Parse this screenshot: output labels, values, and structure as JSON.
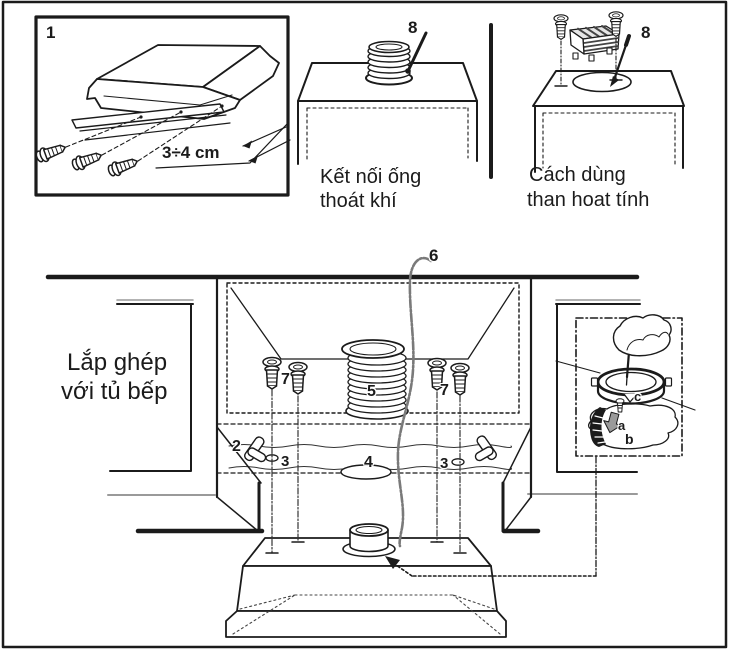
{
  "figure": {
    "panel1": {
      "number": "1",
      "dimension": "3÷4 cm"
    },
    "panel2": {
      "number": "8",
      "caption": [
        "Kết nối ống",
        "thoát khí"
      ]
    },
    "panel3": {
      "number": "8",
      "caption": [
        "Cách dùng",
        "than hoat tính"
      ]
    },
    "main": {
      "caption": [
        "Lắp ghép",
        "với tủ bếp"
      ],
      "label_clip_left": "2",
      "label_hole_left": "3",
      "label_hole_center": "4",
      "label_hole_right": "3",
      "label_duct": "5",
      "label_cable": "6",
      "label_screws_left": "7",
      "label_screws_right": "7"
    },
    "inset": {
      "label_arrow": "a",
      "label_duct_end": "b",
      "label_screw": "c"
    },
    "colors": {
      "ink": "#1b1b1b",
      "gray_line": "#9a9a9a",
      "cable_gray": "#7a7a7a",
      "arrow_gray": "#9a9a9a"
    }
  }
}
